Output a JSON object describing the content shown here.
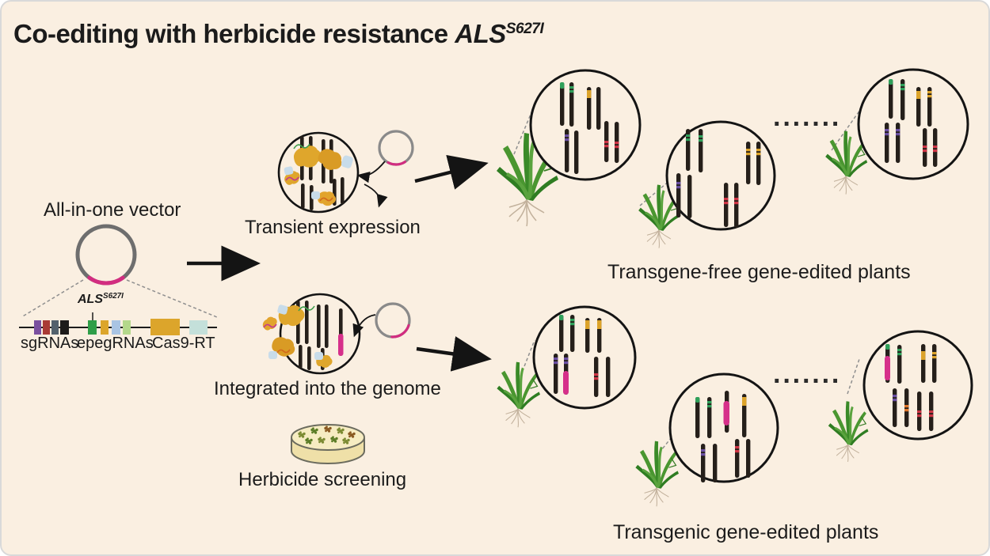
{
  "title": {
    "prefix": "Co-editing with herbicide resistance ",
    "gene": "ALS",
    "mutation": "S627I"
  },
  "vector": {
    "label": "All-in-one vector",
    "construct_gene": "ALS",
    "construct_mutation": "S627I",
    "elements": [
      "sgRNAs",
      "epegRNAs",
      "Cas9-RT"
    ]
  },
  "pathways": {
    "transient": {
      "label": "Transient expression",
      "outcome": "Transgene-free gene-edited plants"
    },
    "integrated": {
      "label": "Integrated into the genome",
      "screening": "Herbicide screening",
      "outcome": "Transgenic gene-edited plants"
    }
  },
  "ellipsis": "·······",
  "colors": {
    "background": "#faefe1",
    "plasmid_backbone": "#6e6e6e",
    "cassette_magenta": "#d22d80",
    "cas9_gold": "#dca52b",
    "edit_green": "#2fa05a",
    "edit_purple": "#6a4fa2",
    "edit_red": "#cd3444",
    "edit_orange": "#e0762a",
    "plant_green": "#4a9630",
    "chromosome": "#251f1a"
  }
}
